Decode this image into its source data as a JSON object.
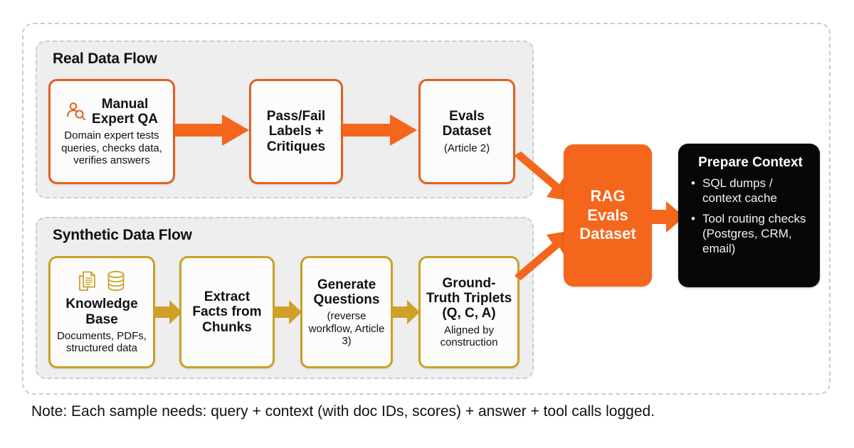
{
  "diagram": {
    "panels": [
      {
        "id": "real",
        "title": "Real Data Flow",
        "nodes": [
          {
            "id": "manual-expert-qa",
            "icon": "person-search-icon",
            "title": "Manual\nExpert QA",
            "sub": "Domain expert tests queries, checks data, verifies answers"
          },
          {
            "id": "pass-fail-labels",
            "title": "Pass/Fail\nLabels +\nCritiques",
            "sub": ""
          },
          {
            "id": "evals-dataset",
            "title": "Evals\nDataset",
            "sub": "(Article 2)"
          }
        ]
      },
      {
        "id": "synthetic",
        "title": "Synthetic Data Flow",
        "nodes": [
          {
            "id": "knowledge-base",
            "icon": "documents-database-icon",
            "title": "Knowledge\nBase",
            "sub": "Documents, PDFs, structured data"
          },
          {
            "id": "extract-facts",
            "title": "Extract\nFacts from\nChunks",
            "sub": ""
          },
          {
            "id": "generate-questions",
            "title": "Generate\nQuestions",
            "sub": "(reverse workflow, Article 3)"
          },
          {
            "id": "ground-truth-triplets",
            "title": "Ground-\nTruth Triplets\n(Q, C, A)",
            "sub": "Aligned by construction"
          }
        ]
      }
    ],
    "rag_box": {
      "label": "RAG\nEvals\nDataset"
    },
    "context_box": {
      "title": "Prepare Context",
      "bullets": [
        "SQL dumps / context cache",
        "Tool routing checks (Postgres, CRM, email)"
      ]
    },
    "note": "Note: Each sample needs: query + context (with doc IDs, scores) + answer + tool calls logged."
  },
  "colors": {
    "orange": "#F4661B",
    "orange_border": "#E2601F",
    "gold": "#C9A227",
    "gold_arrow": "#D0A028",
    "panel_bg": "#EEEEEE",
    "dashed_border": "#C9CCD1",
    "black_box": "#070707"
  }
}
